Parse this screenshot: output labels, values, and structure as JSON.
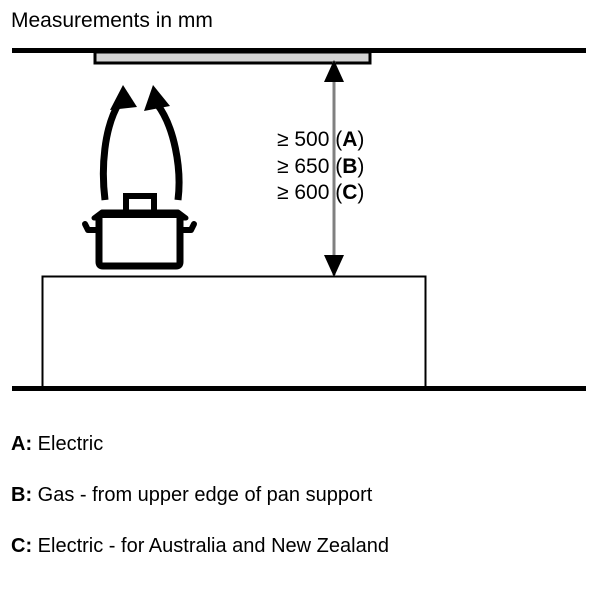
{
  "title": "Measurements in mm",
  "dimensions": {
    "arrow_name": "vertical-distance-arrow",
    "lines": [
      {
        "value": "≥ 500",
        "code": "A",
        "open": "(",
        "close": ")"
      },
      {
        "value": "≥ 650",
        "code": "B",
        "open": "(",
        "close": ")"
      },
      {
        "value": "≥ 600",
        "code": "C",
        "open": "(",
        "close": ")"
      }
    ]
  },
  "legend": [
    {
      "key": "A:",
      "text": "Electric"
    },
    {
      "key": "B:",
      "text": "Gas - from upper edge of pan support"
    },
    {
      "key": "C:",
      "text": "Electric - for Australia and New Zealand"
    }
  ],
  "diagram": {
    "ceiling_label": "ceiling-line",
    "hood_label": "extractor-hood",
    "pot_label": "cooking-pot",
    "airflow_label": "airflow-arrows",
    "counter_label": "kitchen-counter-block",
    "floor_label": "floor-line"
  },
  "colors": {
    "stroke": "#000000",
    "hood_fill": "#d5d5d5",
    "dimension_line": "#808080",
    "background": "#ffffff"
  }
}
